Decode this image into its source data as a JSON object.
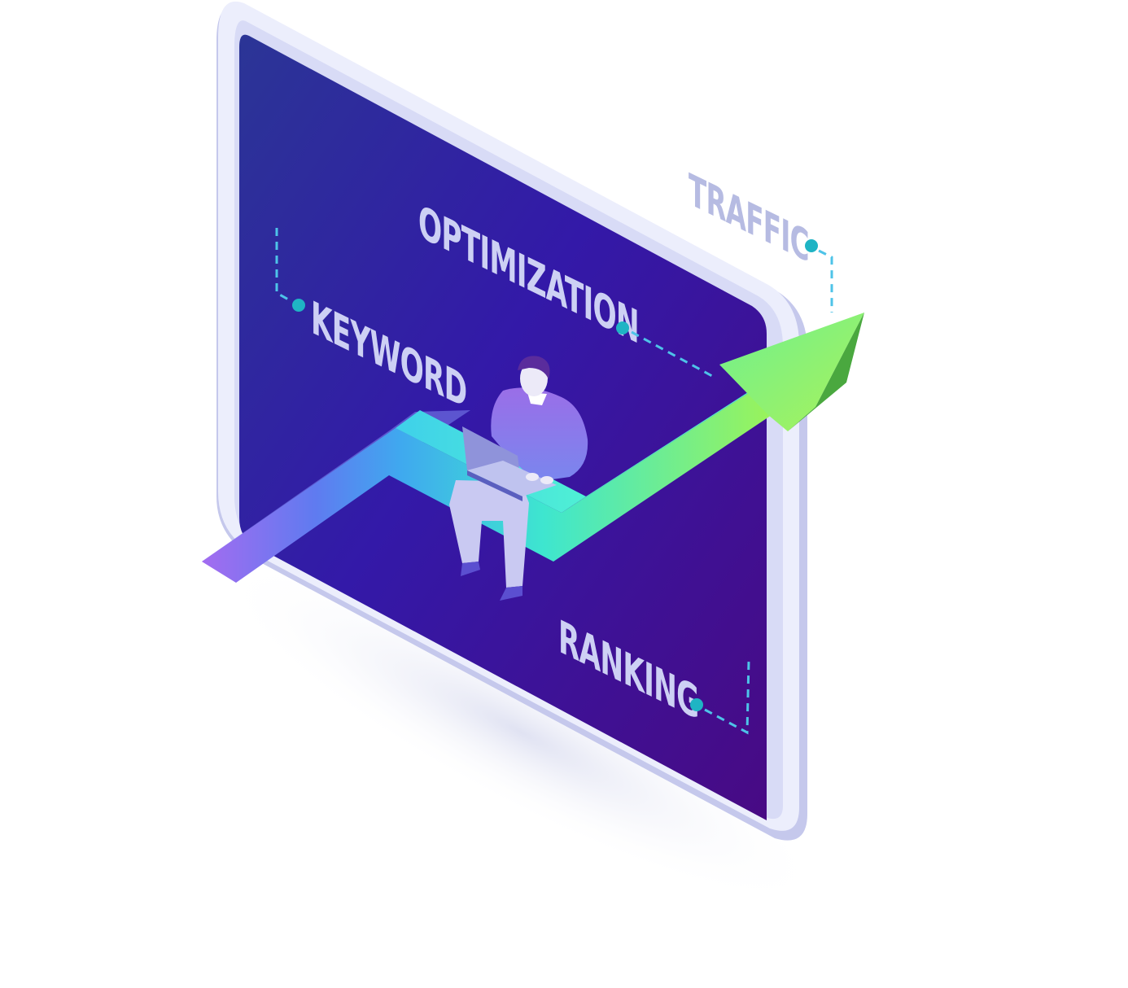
{
  "labels": {
    "optimization": "OPTIMIZATION",
    "keyword": "KEYWORD",
    "ranking": "RANKING",
    "traffic": "TRAFFIC"
  },
  "colors": {
    "screen_dark": "#2a2f9a",
    "screen_mid": "#3319a8",
    "screen_deep": "#420b86",
    "frame": "#e7e9fb",
    "frame_shadow": "#b9bde6",
    "label_text": "#cdd0f4",
    "connector": "#4ec3e8",
    "connector_dot": "#1fb4c4",
    "arrow_start": "#9d6bf0",
    "arrow_mid": "#3ee6d9",
    "arrow_end": "#8df25c",
    "person_shirt": "#8a70e6",
    "person_pants": "#c9c9f2",
    "laptop": "#8f93da"
  },
  "icons": [
    "person-with-laptop-illustration",
    "growth-arrow-icon"
  ]
}
